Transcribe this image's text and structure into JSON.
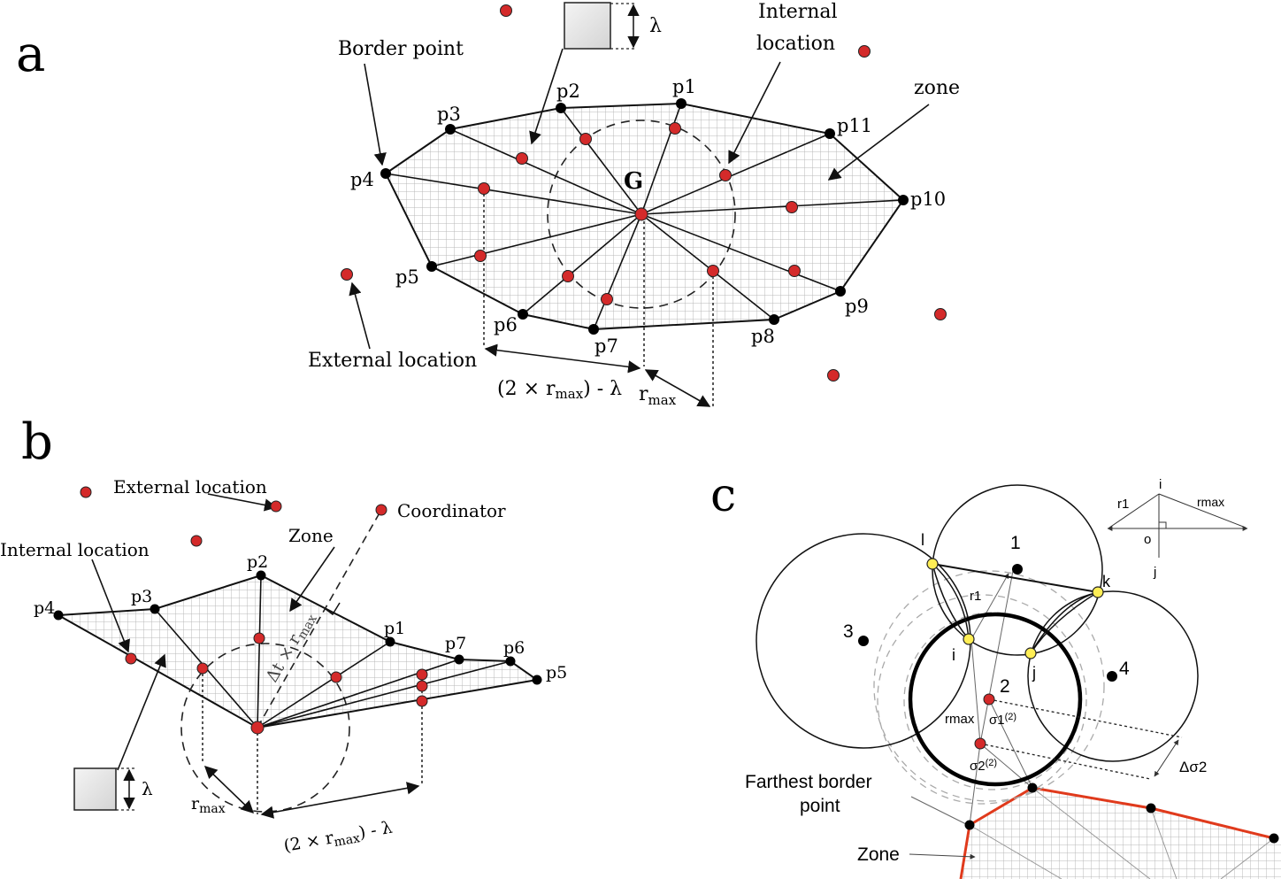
{
  "panel_a": {
    "panel_label": "a",
    "border_point_label": "Border point",
    "internal_location_label": "Internal\nlocation",
    "zone_label": "zone",
    "external_location_label": "External location",
    "center_label": "G",
    "lambda_symbol": "λ",
    "dimension_2r_label": "(2 × r",
    "dimension_2r_sub": "max",
    "dimension_2r_tail": ") - λ",
    "dimension_r_label": "r",
    "dimension_r_sub": "max",
    "point_labels": [
      "p1",
      "p2",
      "p3",
      "p4",
      "p5",
      "p6",
      "p7",
      "p8",
      "p9",
      "p10",
      "p11"
    ]
  },
  "panel_b": {
    "panel_label": "b",
    "external_location_label": "External location",
    "coordinator_label": "Coordinator",
    "zone_label": "Zone",
    "internal_location_label": "Internal location",
    "lambda_symbol": "λ",
    "delta_label": "Δt × r",
    "delta_sub": "max",
    "dimension_r_label": "r",
    "dimension_r_sub": "max",
    "dimension_2r_label": "(2 × r",
    "dimension_2r_sub": "max",
    "dimension_2r_tail": ") - λ",
    "point_labels": [
      "p1",
      "p2",
      "p3",
      "p4",
      "p5",
      "p6",
      "p7"
    ]
  },
  "panel_c": {
    "panel_label": "c",
    "node_labels": [
      "1",
      "2",
      "3",
      "4"
    ],
    "intersection_labels": [
      "l",
      "k",
      "i",
      "j"
    ],
    "inset": {
      "r1": "r1",
      "rmax": "rmax",
      "i": "i",
      "o": "o",
      "j": "j"
    },
    "r1_label": "r1",
    "rmax_label": "rmax",
    "sigma1_label": "σ1",
    "sigma1_sup": "(2)",
    "sigma2_label": "σ2",
    "sigma2_sup": "(2)",
    "delta_sigma_label": "Δσ2",
    "farthest_border_label_line1": "Farthest border",
    "farthest_border_label_line2": "point",
    "zone_label": "Zone"
  },
  "colors": {
    "red_point": "#d42a2a",
    "black_point": "#000000",
    "yellow_point": "#ffee55",
    "grid": "#b8b8b8",
    "zone_border_red": "#e03a1c",
    "line": "#1a1a1a"
  }
}
